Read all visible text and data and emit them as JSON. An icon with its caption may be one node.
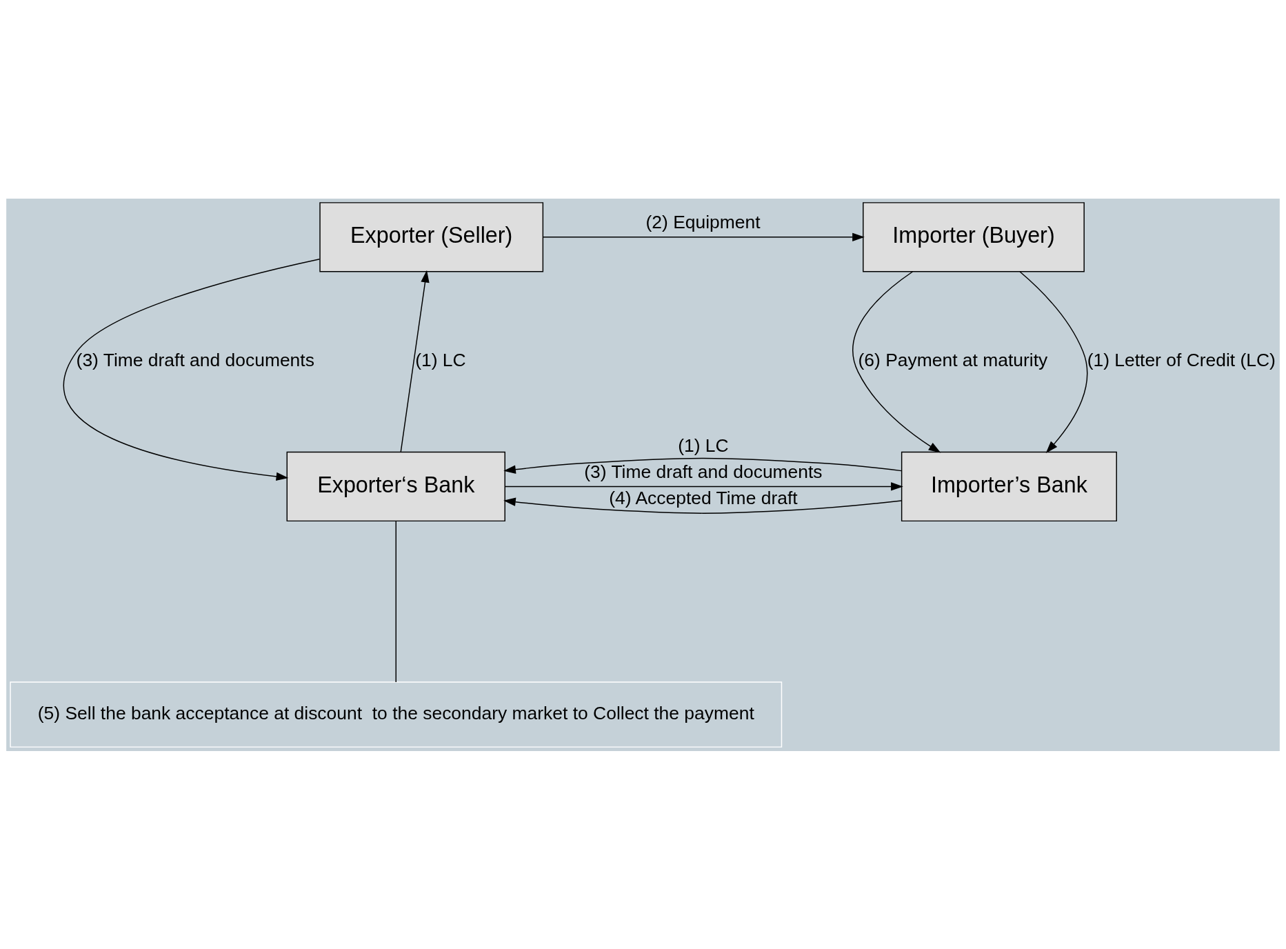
{
  "diagram": {
    "nodes": [
      {
        "text": [
          "Exporter (Seller)"
        ]
      },
      {
        "text": [
          "Importer (Buyer)"
        ]
      },
      {
        "text": [
          "Exporter‘s Bank"
        ]
      },
      {
        "text": [
          "Importer’s Bank"
        ]
      },
      {
        "text": [
          "(5) Sell the bank acceptance at discount  to the secondary market to Collect the payment"
        ]
      }
    ],
    "edges": [
      {
        "from": 0,
        "to": 1,
        "arrow": "to",
        "label": "(2) Equipment"
      },
      {
        "from": 0,
        "to": 2,
        "arrow": "to",
        "label": "(3) Time draft and documents"
      },
      {
        "from": 2,
        "to": 0,
        "arrow": "to",
        "label": "(1) LC"
      },
      {
        "from": 1,
        "to": 3,
        "arrow": "to",
        "label": "(6) Payment at maturity"
      },
      {
        "from": 1,
        "to": 3,
        "arrow": "to",
        "label": "(1) Letter of Credit (LC)"
      },
      {
        "from": 3,
        "to": 2,
        "arrow": "to",
        "label": "(1) LC"
      },
      {
        "from": 2,
        "to": 3,
        "arrow": "to",
        "label": "(3) Time draft and documents"
      },
      {
        "from": 3,
        "to": 2,
        "arrow": "to",
        "label": "(4) Accepted Time draft"
      },
      {
        "from": 2,
        "to": 4,
        "arrow": "none"
      }
    ]
  }
}
